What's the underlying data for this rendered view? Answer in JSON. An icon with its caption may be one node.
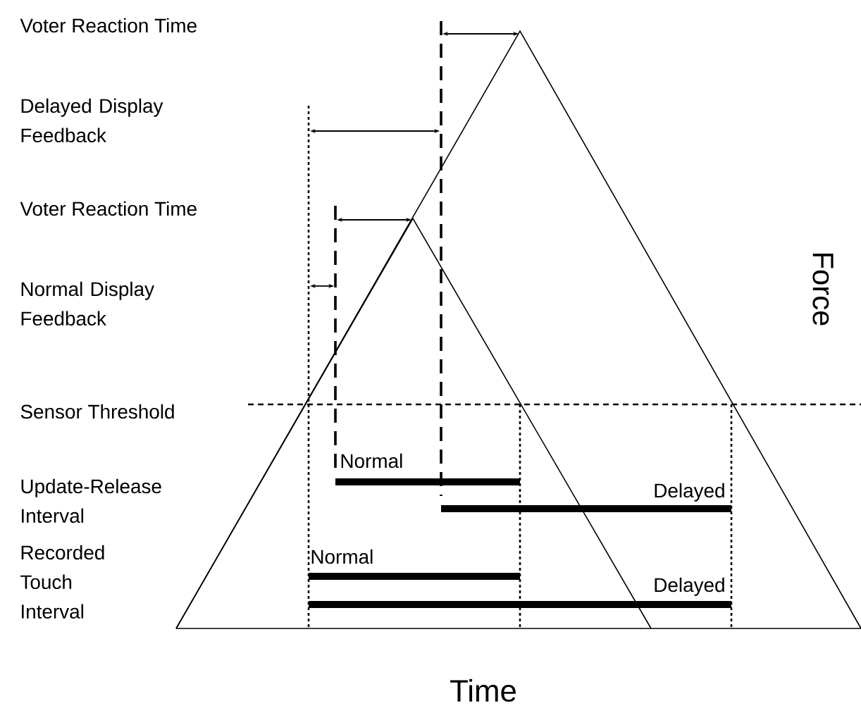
{
  "diagram": {
    "labels": [
      "Voter Reaction Time",
      "Delayed Display Feedback",
      "Voter Reaction Time",
      "Normal Display Feedback",
      "Sensor Threshold",
      "Update-Release Interval",
      "Recorded Touch Interval",
      "Normal",
      "Delayed",
      "Normal",
      "Delayed",
      "Force",
      "Time"
    ]
  }
}
